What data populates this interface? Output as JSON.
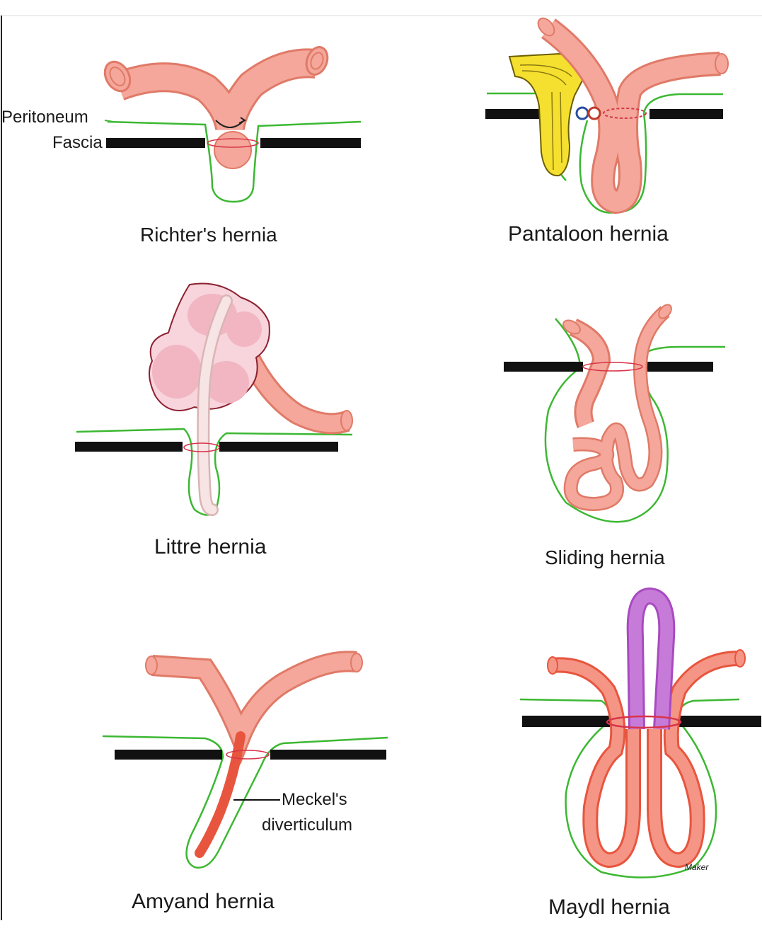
{
  "colors": {
    "bowel_fill": "#f4a79a",
    "bowel_stroke": "#e07a68",
    "bowel_dark": "#e8553e",
    "peritoneum": "#3cb832",
    "fascia": "#111111",
    "constriction": "#d8344a",
    "omentum_fill": "#f5e030",
    "omentum_stroke": "#8a7a10",
    "vessel_blue": "#2b4ea0",
    "vessel_red": "#c0392b",
    "loop_purple": "#c77bd8",
    "testis_fill": "#f8d4dc",
    "testis_stroke": "#8b2030",
    "appendix_fill": "#f5d8d8"
  },
  "labels": {
    "peritoneum": "Peritoneum",
    "fascia": "Fascia",
    "meckel_line1": "Meckel's",
    "meckel_line2": "diverticulum",
    "watermark": "Maker"
  },
  "panels": [
    {
      "caption": "Richter's hernia"
    },
    {
      "caption": "Pantaloon hernia"
    },
    {
      "caption": "Littre hernia"
    },
    {
      "caption": "Sliding hernia"
    },
    {
      "caption": "Amyand hernia"
    },
    {
      "caption": "Maydl hernia"
    }
  ]
}
